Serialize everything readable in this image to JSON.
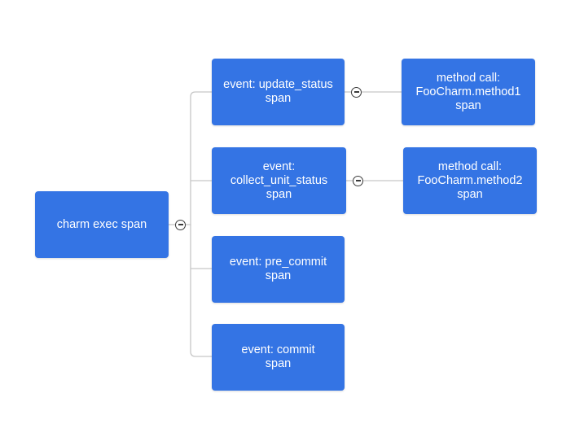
{
  "nodes": {
    "root": "charm exec span",
    "update_status": "event: update_status\nspan",
    "collect_unit_status": "event:\ncollect_unit_status\nspan",
    "pre_commit": "event: pre_commit\nspan",
    "commit": "event: commit\nspan",
    "method1": "method call:\nFooCharm.method1\nspan",
    "method2": "method call:\nFooCharm.method2\nspan"
  },
  "colors": {
    "node_fill": "#3474e4",
    "node_text": "#ffffff",
    "connector": "#c6c6c6",
    "toggle_stroke": "#3a3a3a"
  },
  "icons": {
    "collapse_toggle": "circle-minus-icon"
  }
}
